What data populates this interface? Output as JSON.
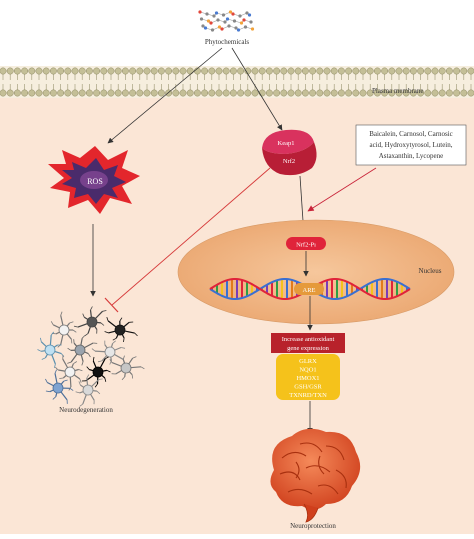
{
  "labels": {
    "phytochemicals": "Phytochemicals",
    "plasma_membrane": "Plasma membrane",
    "ros": "ROS",
    "keap1": "Keap1",
    "nrf2": "Nrf2",
    "nrf2_p": "Nrf2-Pı",
    "nucleus": "Nucleus",
    "are": "ARE",
    "neurodegeneration": "Neurodegeneration",
    "neuroprotection": "Neuroprotection"
  },
  "compounds_box": {
    "lines": [
      "Baicalein, Carnosol, Carnosic",
      "acid, Hydroxytyrosol, Lutein,",
      "Astaxanthin, Lycopene"
    ]
  },
  "expression_box": {
    "header_lines": [
      "Increase antioxidant",
      "gene expression"
    ],
    "genes": [
      "GLRX",
      "NQO1",
      "HMOX1",
      "GSH/GSR",
      "TXNRD/TXN"
    ]
  },
  "colors": {
    "cytoplasm": "#fbe6d6",
    "membrane": "#a8a27a",
    "nucleus_fill": "#f2b988",
    "ros_outer": "#e3262c",
    "ros_inner": "#4a2b6b",
    "keap1": "#d9325e",
    "nrf2": "#c11f3a",
    "nrf2p_fill": "#e0233a",
    "are_fill": "#e59a3b",
    "header_fill": "#b8222b",
    "genes_fill": "#f5c21b",
    "inhibit_line": "#d63a3a",
    "brain": "#e6572d"
  }
}
